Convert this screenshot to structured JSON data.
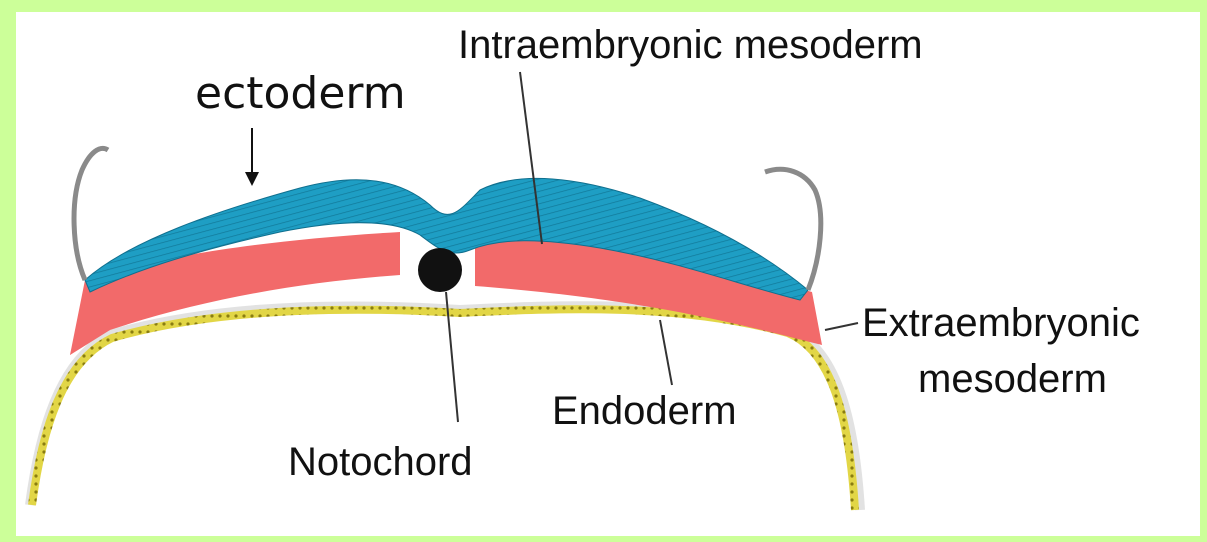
{
  "labels": {
    "ectoderm": "ectoderm",
    "intraembryonic_mesoderm": "Intraembryonic mesoderm",
    "extraembryonic_line1": "Extraembryonic",
    "extraembryonic_line2": "mesoderm",
    "endoderm": "Endoderm",
    "notochord": "Notochord"
  },
  "colors": {
    "frame": "#ccff99",
    "ectoderm": "#1e9ec4",
    "mesoderm": "#f26a6a",
    "endoderm": "#d6c93a",
    "notochord": "#111111",
    "amnion": "#8a8a8a"
  }
}
